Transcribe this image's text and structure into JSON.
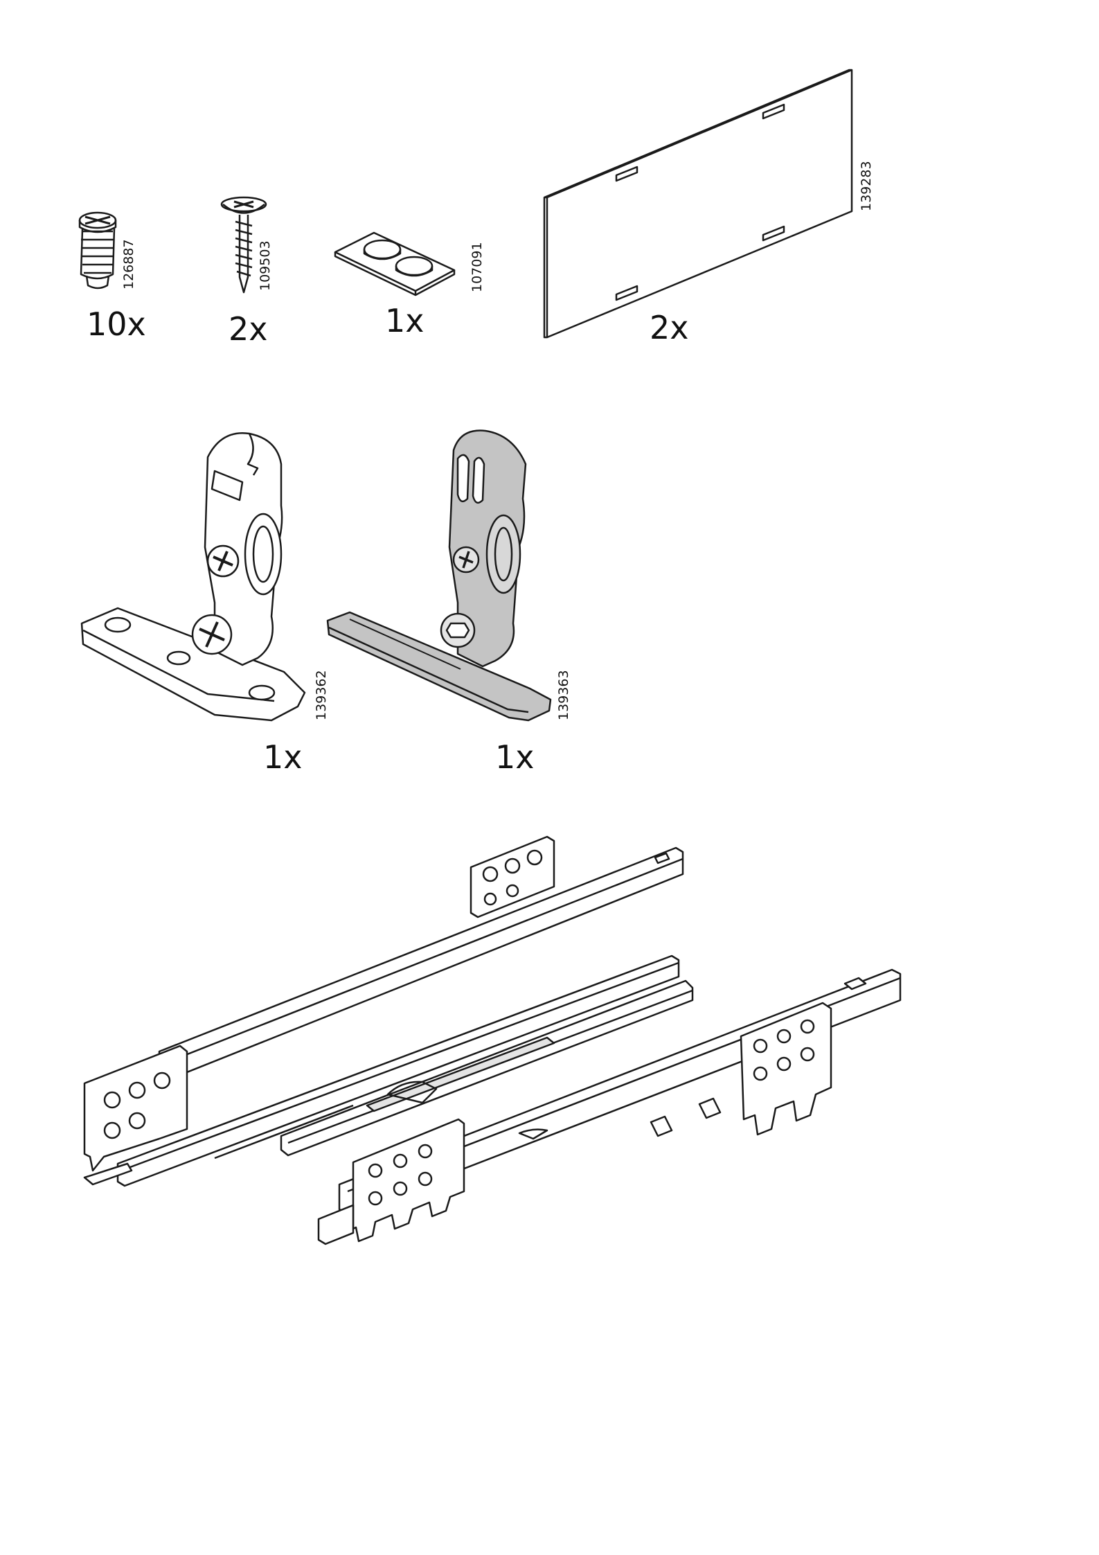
{
  "parts": [
    {
      "id": "dowel",
      "art_no": "126887",
      "qty": "10x",
      "icon": "cam-dowel-icon"
    },
    {
      "id": "wood-screw",
      "art_no": "109503",
      "qty": "2x",
      "icon": "wood-screw-icon"
    },
    {
      "id": "bumper-pads",
      "art_no": "107091",
      "qty": "1x",
      "icon": "bumper-pad-sheet-icon"
    },
    {
      "id": "panel",
      "art_no": "139283",
      "qty": "2x",
      "icon": "panel-board-icon"
    },
    {
      "id": "bracket-left",
      "art_no": "139362",
      "qty": "1x",
      "icon": "adjuster-bracket-icon"
    },
    {
      "id": "bracket-right",
      "art_no": "139363",
      "qty": "1x",
      "icon": "adjuster-bracket-icon"
    }
  ],
  "drawer_rails": {
    "icon": "drawer-runner-pair-icon"
  },
  "colors": {
    "line": "#1a1a1a",
    "fill_grey": "#c4c4c4",
    "fill_light": "#e4e4e4"
  }
}
